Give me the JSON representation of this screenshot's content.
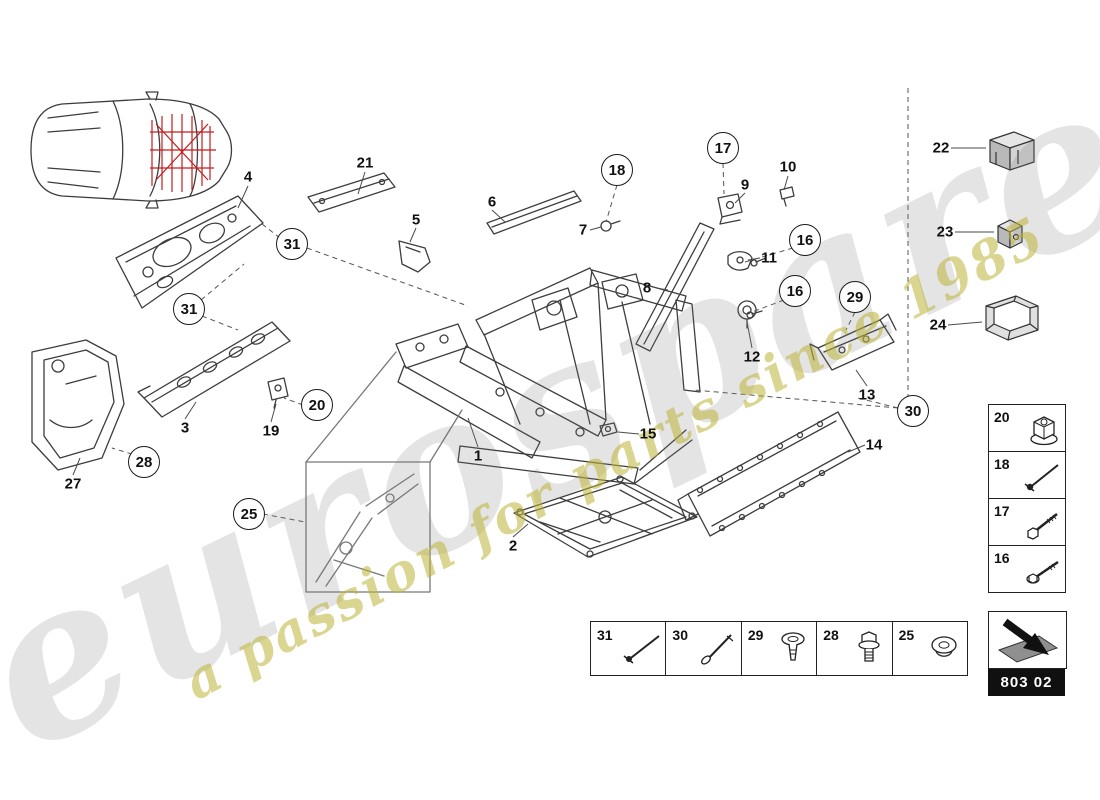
{
  "watermark": {
    "brand": "eurospares",
    "tagline": "a passion for parts since 1985"
  },
  "footer": {
    "part_code": "803 02"
  },
  "callouts_plain": [
    {
      "label": "4"
    },
    {
      "label": "21"
    },
    {
      "label": "5"
    },
    {
      "label": "6"
    },
    {
      "label": "7"
    },
    {
      "label": "10"
    },
    {
      "label": "9"
    },
    {
      "label": "11"
    },
    {
      "label": "8"
    },
    {
      "label": "12"
    },
    {
      "label": "13"
    },
    {
      "label": "14"
    },
    {
      "label": "15"
    },
    {
      "label": "1"
    },
    {
      "label": "2"
    },
    {
      "label": "3"
    },
    {
      "label": "19"
    },
    {
      "label": "27"
    },
    {
      "label": "22"
    },
    {
      "label": "23"
    },
    {
      "label": "24"
    }
  ],
  "callouts_circled": [
    {
      "label": "18"
    },
    {
      "label": "17"
    },
    {
      "label": "16"
    },
    {
      "label": "16"
    },
    {
      "label": "29"
    },
    {
      "label": "30"
    },
    {
      "label": "31"
    },
    {
      "label": "31"
    },
    {
      "label": "20"
    },
    {
      "label": "28"
    },
    {
      "label": "25"
    }
  ],
  "right_table": {
    "rows": [
      {
        "label": "20",
        "icon": "flange-nut"
      },
      {
        "label": "18",
        "icon": "blind-rivet"
      },
      {
        "label": "17",
        "icon": "hex-bolt"
      },
      {
        "label": "16",
        "icon": "hex-screw"
      }
    ]
  },
  "bottom_table": {
    "cells": [
      {
        "label": "31",
        "icon": "blind-rivet"
      },
      {
        "label": "30",
        "icon": "pin-rivet"
      },
      {
        "label": "29",
        "icon": "countersunk-screw"
      },
      {
        "label": "28",
        "icon": "flange-bolt"
      },
      {
        "label": "25",
        "icon": "cap-nut"
      }
    ]
  }
}
